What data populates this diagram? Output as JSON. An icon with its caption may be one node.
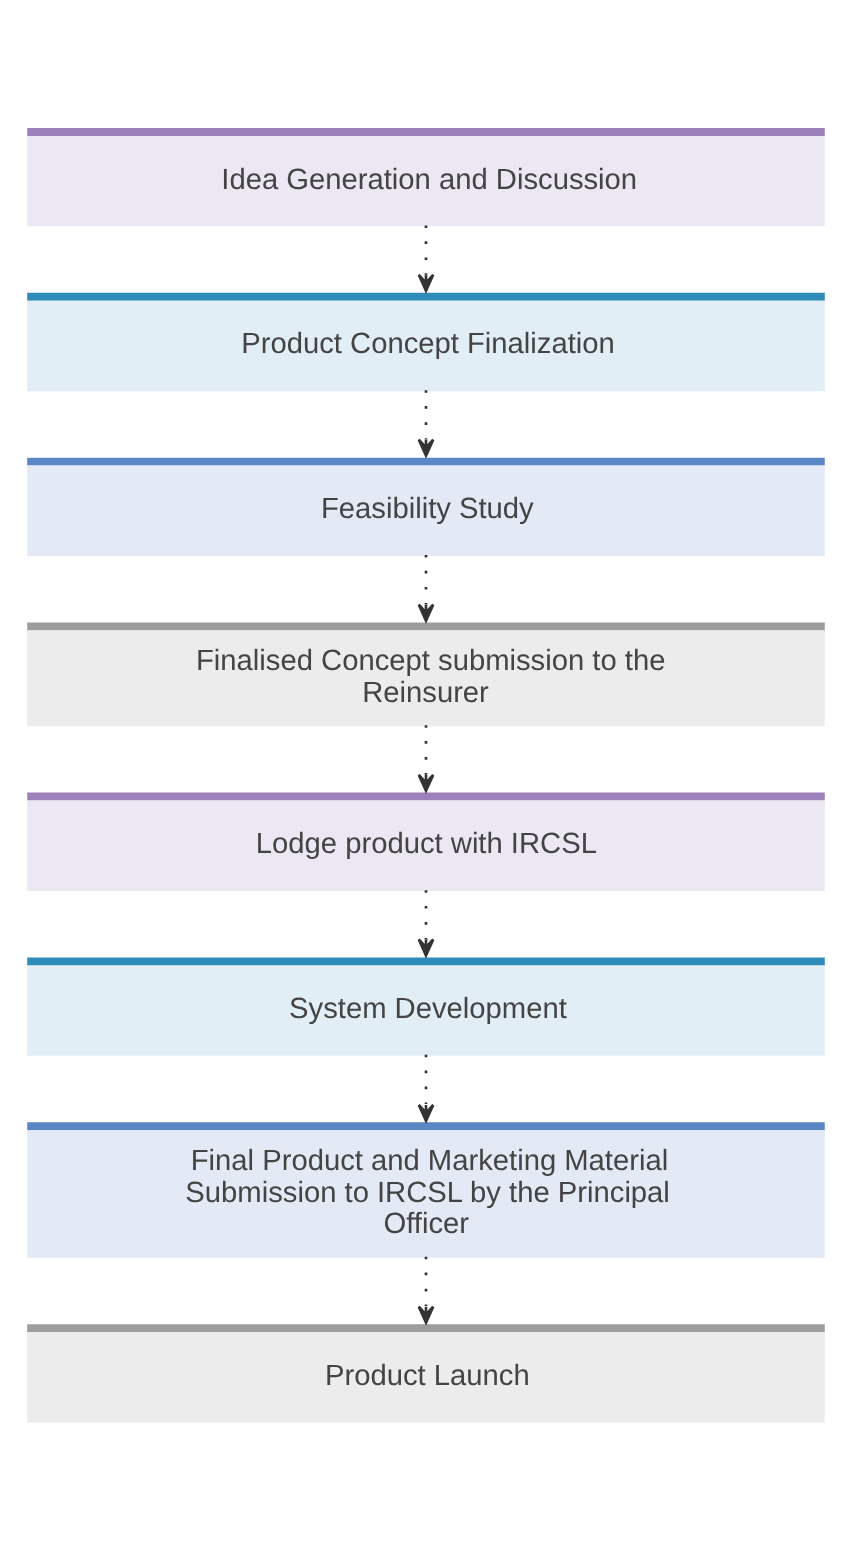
{
  "diagram": {
    "nodes": [
      {
        "text": [
          "Idea Generation and Discussion"
        ]
      },
      {
        "text": [
          "Product Concept Finalization"
        ]
      },
      {
        "text": [
          "Feasibility Study"
        ]
      },
      {
        "text": [
          "Finalised Concept submission to the Reinsurer"
        ]
      },
      {
        "text": [
          "Lodge product with IRCSL"
        ]
      },
      {
        "text": [
          "System Development"
        ]
      },
      {
        "text": [
          "Final Product and Marketing Material Submission to IRCSL by the Principal Officer"
        ]
      },
      {
        "text": [
          "Product Launch"
        ]
      }
    ],
    "edges": [
      {
        "from": 0,
        "to": 1,
        "arrow": "to"
      },
      {
        "from": 1,
        "to": 2,
        "arrow": "to"
      },
      {
        "from": 2,
        "to": 3,
        "arrow": "to"
      },
      {
        "from": 3,
        "to": 4,
        "arrow": "to"
      },
      {
        "from": 4,
        "to": 5,
        "arrow": "to"
      },
      {
        "from": 5,
        "to": 6,
        "arrow": "to"
      },
      {
        "from": 6,
        "to": 7,
        "arrow": "to"
      }
    ]
  }
}
